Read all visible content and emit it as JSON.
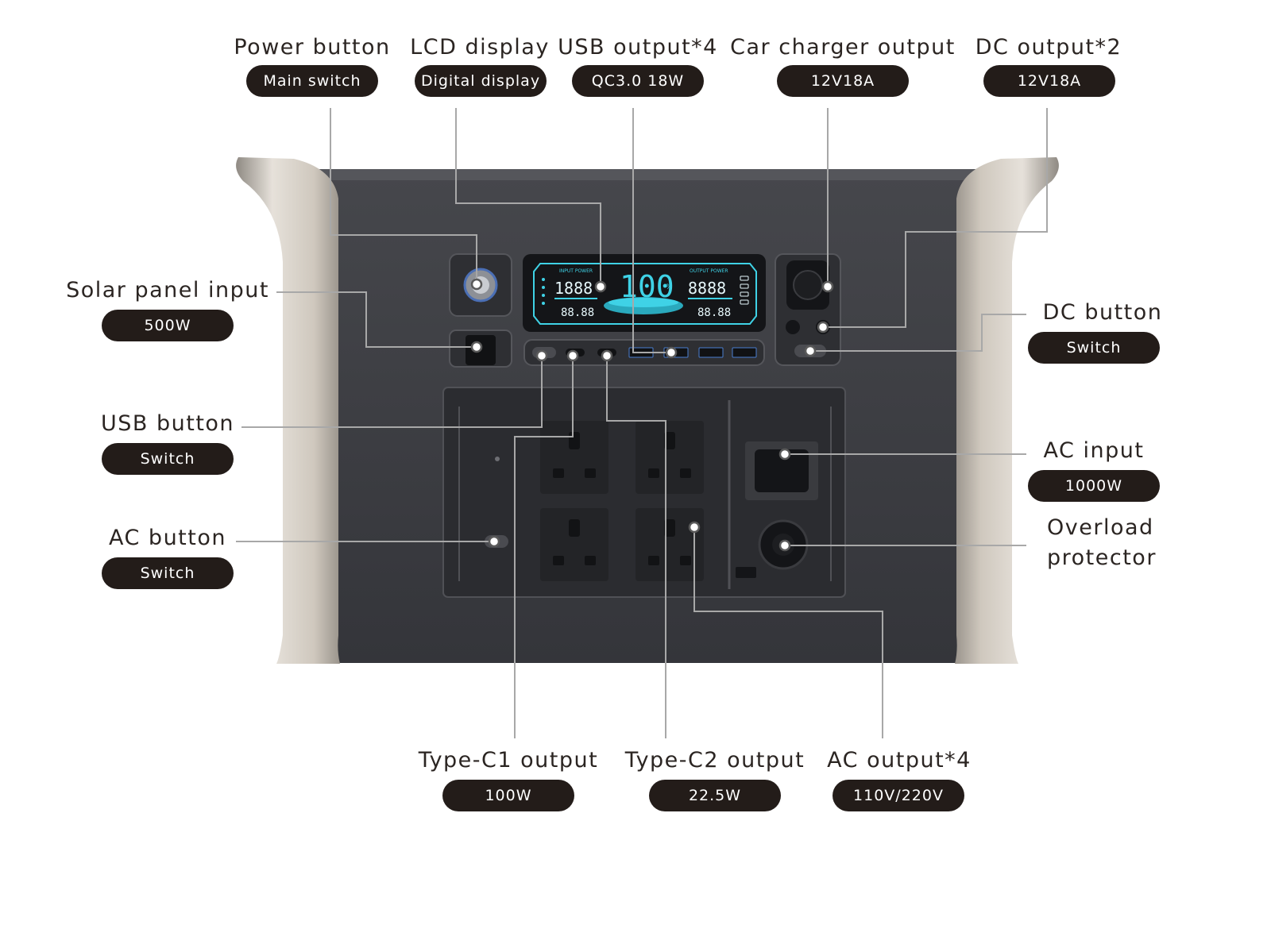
{
  "callouts": {
    "power_button": {
      "label": "Power button",
      "spec": "Main switch"
    },
    "lcd_display": {
      "label": "LCD display",
      "spec": "Digital display"
    },
    "usb_output": {
      "label": "USB output*4",
      "spec": "QC3.0 18W"
    },
    "car_charger_output": {
      "label": "Car charger output",
      "spec": "12V18A"
    },
    "dc_output": {
      "label": "DC output*2",
      "spec": "12V18A"
    },
    "solar_panel_input": {
      "label": "Solar panel input",
      "spec": "500W"
    },
    "usb_button": {
      "label": "USB button",
      "spec": "Switch"
    },
    "ac_button": {
      "label": "AC button",
      "spec": "Switch"
    },
    "dc_button": {
      "label": "DC button",
      "spec": "Switch"
    },
    "ac_input": {
      "label": "AC input",
      "spec": "1000W"
    },
    "overload_protector": {
      "label_line1": "Overload",
      "label_line2": "protector"
    },
    "type_c1_output": {
      "label": "Type-C1 output",
      "spec": "100W"
    },
    "type_c2_output": {
      "label": "Type-C2 output",
      "spec": "22.5W"
    },
    "ac_output": {
      "label": "AC output*4",
      "spec": "110V/220V"
    }
  },
  "lcd": {
    "input_power_title": "INPUT POWER",
    "output_power_title": "OUTPUT POWER",
    "input_value": "1888",
    "battery_percent": "100",
    "percent_sign": "%",
    "output_value": "8888",
    "input_time": "88.88",
    "output_time": "88.88"
  },
  "colors": {
    "body": "#3a3b3f",
    "handle": "#c9c2b8",
    "pill": "#231c19",
    "leader_line": "#a8a8a8",
    "lcd_accent": "#3fd2e6"
  }
}
